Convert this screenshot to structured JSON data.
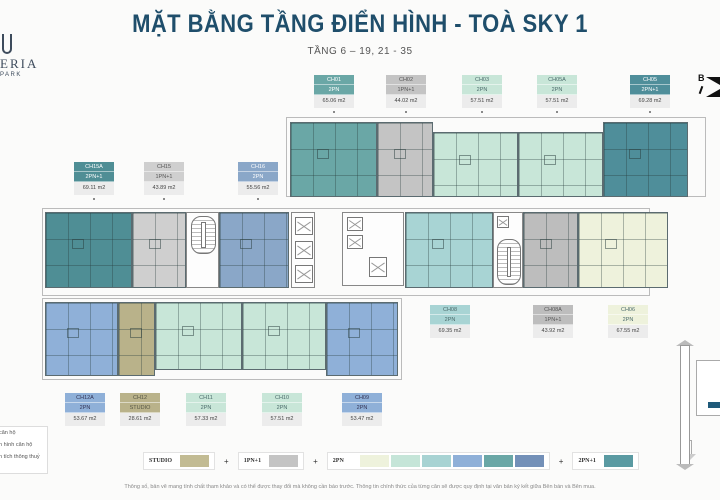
{
  "header": {
    "title": "MẶT BẰNG TẦNG ĐIỂN HÌNH - TOÀ SKY 1",
    "subtitle": "TẦNG 6 – 19, 21 - 35"
  },
  "logo": {
    "brand": "ERIA",
    "sub": "PARK",
    "icon": "brand-mark-icon"
  },
  "compass": {
    "label": "B",
    "icon": "north-arrow-icon"
  },
  "colors": {
    "studio": "#b9b28a",
    "1pn1": "#bdbdbd",
    "2pn": [
      "#eef2dc",
      "#c5e5d8",
      "#a8d3d3",
      "#8fb0d8",
      "#6aa7a6",
      "#7390b8"
    ],
    "2pn1": "#5a9aa2",
    "title": "#1f4e6b"
  },
  "units": [
    {
      "code": "CH01",
      "type": "2PN",
      "area": "65.06 m2"
    },
    {
      "code": "CH02",
      "type": "1PN+1",
      "area": "44.02 m2"
    },
    {
      "code": "CH03",
      "type": "2PN",
      "area": "57.51 m2"
    },
    {
      "code": "CH05A",
      "type": "2PN",
      "area": "57.51 m2"
    },
    {
      "code": "CH05",
      "type": "2PN+1",
      "area": "69.28 m2"
    },
    {
      "code": "CH15A",
      "type": "2PN+1",
      "area": "69.11 m2"
    },
    {
      "code": "CH15",
      "type": "1PN+1",
      "area": "43.89 m2"
    },
    {
      "code": "CH16",
      "type": "2PN",
      "area": "55.56 m2"
    },
    {
      "code": "CH08",
      "type": "2PN",
      "area": "69.35 m2"
    },
    {
      "code": "CH08A",
      "type": "1PN+1",
      "area": "43.92 m2"
    },
    {
      "code": "CH06",
      "type": "2PN",
      "area": "67.55 m2"
    },
    {
      "code": "CH12A",
      "type": "2PN",
      "area": "53.67 m2"
    },
    {
      "code": "CH12",
      "type": "STUDIO",
      "area": "28.61 m2"
    },
    {
      "code": "CH11",
      "type": "2PN",
      "area": "57.33 m2"
    },
    {
      "code": "CH10",
      "type": "2PN",
      "area": "57.51 m2"
    },
    {
      "code": "CH09",
      "type": "2PN",
      "area": "53.47 m2"
    }
  ],
  "info_legend": {
    "items": [
      "căn hộ",
      "n hình căn hộ",
      "n tích thông thuỷ"
    ]
  },
  "type_legend": {
    "studio": "STUDIO",
    "1pn1": "1PN+1",
    "2pn": "2PN",
    "2pn1": "2PN+1",
    "plus": "+"
  },
  "disclaimer": "Thông số, bản vẽ mang tính chất tham khảo và có thể được thay đổi mà không cần báo trước. Thông tin chính thức của từng căn sẽ được quy định tại văn bản ký kết giữa Bên bán và Bên mua."
}
